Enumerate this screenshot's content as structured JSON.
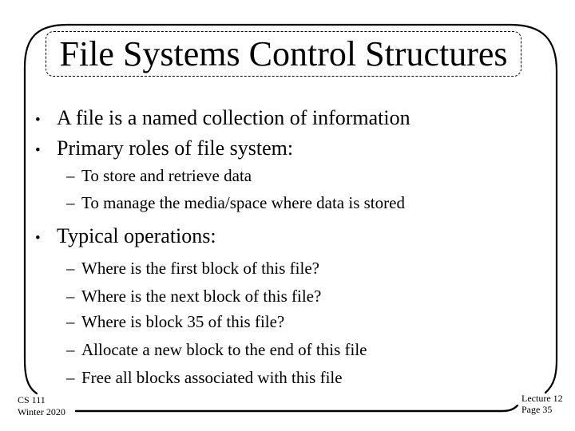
{
  "slide": {
    "title": "File Systems Control Structures",
    "markers": {
      "level1": "•",
      "level2": "–"
    },
    "bullets": [
      {
        "level": 1,
        "text": "A file is a named collection of information"
      },
      {
        "level": 1,
        "text": "Primary roles of file system:"
      },
      {
        "level": 2,
        "text": "To store and retrieve data"
      },
      {
        "level": 2,
        "text": "To manage the media/space where data is stored"
      },
      {
        "level": 1,
        "text": "Typical operations:"
      },
      {
        "level": 2,
        "text": "Where is the first block of this file?"
      },
      {
        "level": 2,
        "text": "Where is the next block of this file?"
      },
      {
        "level": 2,
        "text": "Where is block 35 of this file?"
      },
      {
        "level": 2,
        "text": "Allocate a new block to the end of this file"
      },
      {
        "level": 2,
        "text": "Free all blocks associated with this file"
      }
    ],
    "footer": {
      "course": "CS 111",
      "term": "Winter 2020",
      "lecture": "Lecture 12",
      "page": "Page 35"
    },
    "colors": {
      "ink": "#000000",
      "background": "#ffffff"
    }
  }
}
